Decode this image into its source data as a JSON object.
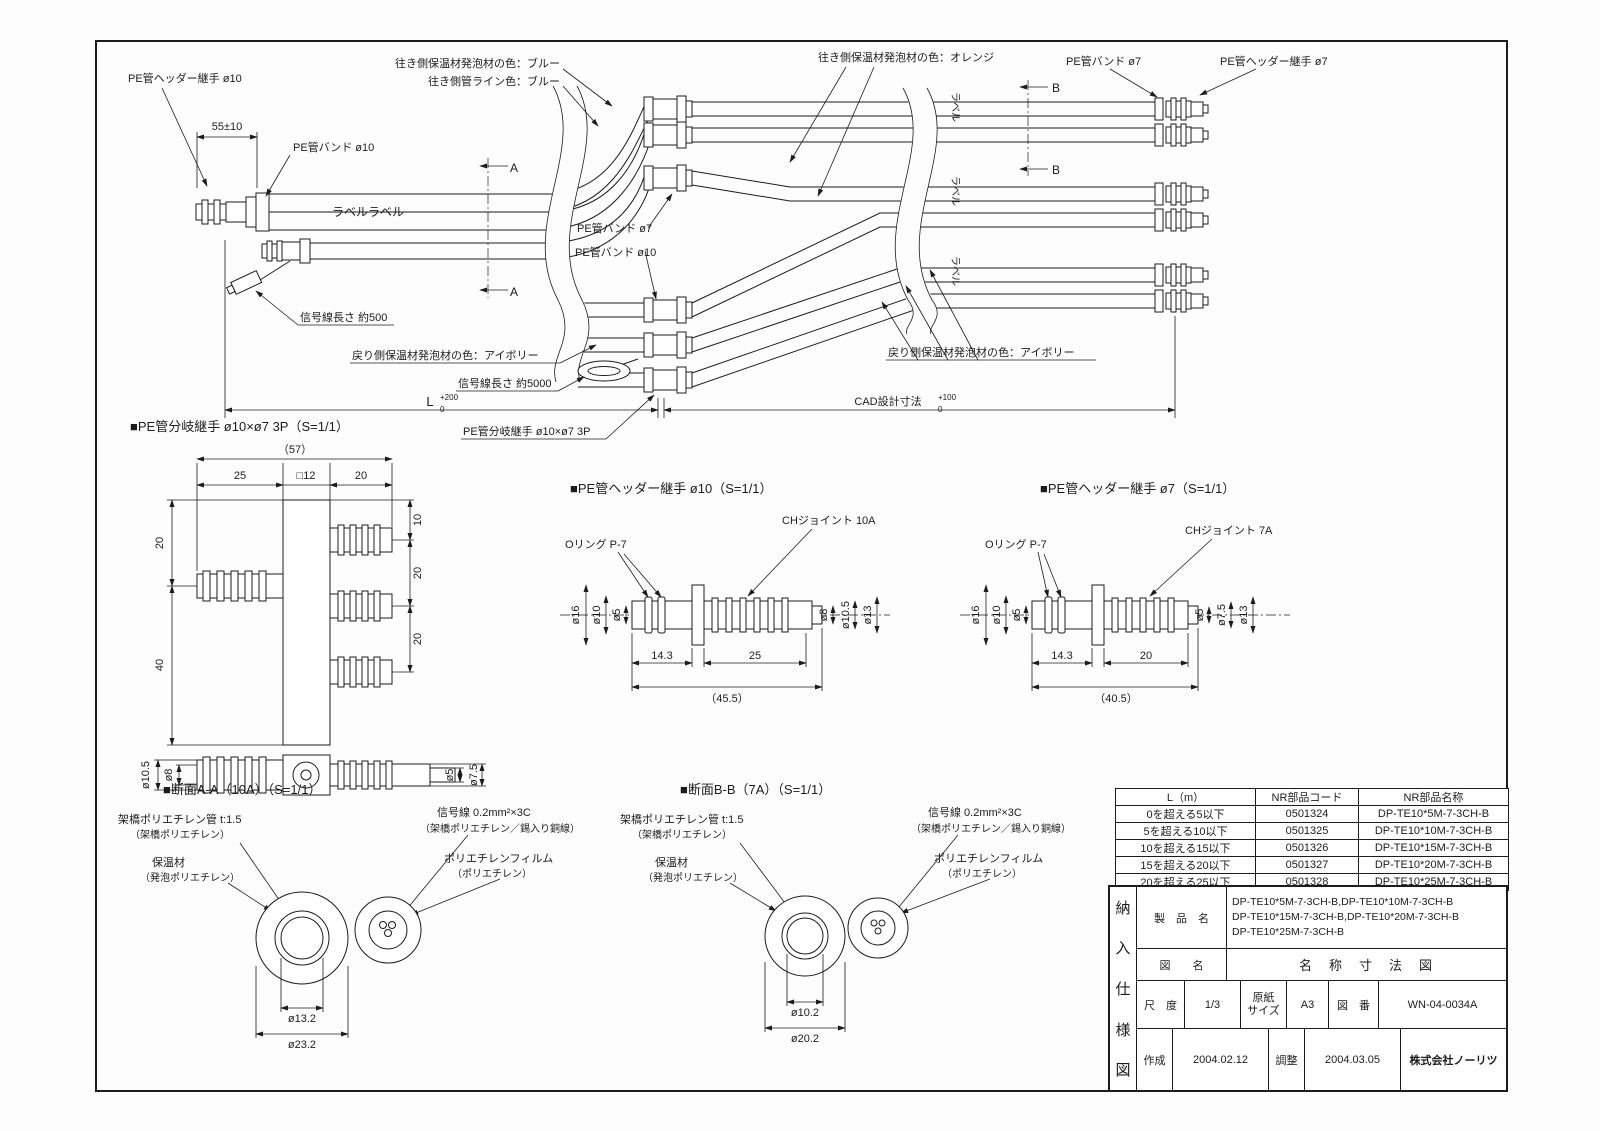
{
  "assembly": {
    "header10": "PE管ヘッダー継手 ø10",
    "dim55": "55±10",
    "band10": "PE管バンド ø10",
    "foam_blue": "往き側保温材発泡材の色：ブルー",
    "line_blue": "往き側管ライン色：ブルー",
    "foam_orange": "往き側保温材発泡材の色：オレンジ",
    "band7_right": "PE管バンド ø7",
    "header7": "PE管ヘッダー継手 ø7",
    "band7_mid": "PE管バンド ø7",
    "band10_mid": "PE管バンド ø10",
    "signal500": "信号線長さ 約500",
    "ivory_left": "戻り側保温材発泡材の色：アイボリー",
    "signal5000": "信号線長さ 約5000",
    "ivory_right": "戻り側保温材発泡材の色：アイボリー",
    "branch_callout": "PE管分岐継手 ø10×ø7 3P",
    "dimL": "L",
    "dimL_up": "+200",
    "dimL_dn": "0",
    "cad": "CAD設計寸法",
    "cad_up": "+100",
    "cad_dn": "0",
    "secA": "A",
    "secB": "B",
    "label_v": "ラベル",
    "label_h": "ラベルラベル"
  },
  "branch": {
    "title": "■PE管分岐継手 ø10×ø7 3P（S=1/1）",
    "d57": "（57）",
    "d25": "25",
    "d12": "□12",
    "d20top": "20",
    "d20left": "20",
    "d40left": "40",
    "d10r": "10",
    "d20r1": "20",
    "d20r2": "20",
    "d105": "ø10.5",
    "d8": "ø8",
    "d5": "ø5",
    "d75": "ø7.5"
  },
  "h10": {
    "title": "■PE管ヘッダー継手 ø10（S=1/1）",
    "oring": "Oリング P-7",
    "joint": "CHジョイント 10A",
    "d16": "ø16",
    "d10": "ø10",
    "d5": "ø5",
    "d8": "ø8",
    "d105": "ø10.5",
    "d13": "ø13",
    "d143": "14.3",
    "d25": "25",
    "dtot": "（45.5）"
  },
  "h7": {
    "title": "■PE管ヘッダー継手 ø7（S=1/1）",
    "oring": "Oリング P-7",
    "joint": "CHジョイント 7A",
    "d16": "ø16",
    "d10": "ø10",
    "d5l": "ø5",
    "d5r": "ø5",
    "d75": "ø7.5",
    "d13": "ø13",
    "d143": "14.3",
    "d20": "20",
    "dtot": "（40.5）"
  },
  "secA": {
    "title": "■断面A-A（10A）（S=1/1）",
    "pipe": "架橋ポリエチレン管 t:1.5",
    "pipe_sub": "（架橋ポリエチレン）",
    "sig": "信号線 0.2mm²×3C",
    "sig_sub": "（架橋ポリエチレン／錫入り銅線）",
    "ins": "保温材",
    "ins_sub": "（発泡ポリエチレン）",
    "film": "ポリエチレンフィルム",
    "film_sub": "（ポリエチレン）",
    "d_in": "ø13.2",
    "d_out": "ø23.2"
  },
  "secB": {
    "title": "■断面B-B（7A）（S=1/1）",
    "pipe": "架橋ポリエチレン管 t:1.5",
    "pipe_sub": "（架橋ポリエチレン）",
    "sig": "信号線 0.2mm²×3C",
    "sig_sub": "（架橋ポリエチレン／錫入り銅線）",
    "ins": "保温材",
    "ins_sub": "（発泡ポリエチレン）",
    "film": "ポリエチレンフィルム",
    "film_sub": "（ポリエチレン）",
    "d_in": "ø10.2",
    "d_out": "ø20.2"
  },
  "parts_table": {
    "headers": [
      "L（m）",
      "NR部品コード",
      "NR部品名称"
    ],
    "rows": [
      {
        "range": "0を超える5以下",
        "code": "0501324",
        "name": "DP-TE10*5M-7-3CH-B"
      },
      {
        "range": "5を超える10以下",
        "code": "0501325",
        "name": "DP-TE10*10M-7-3CH-B"
      },
      {
        "range": "10を超える15以下",
        "code": "0501326",
        "name": "DP-TE10*15M-7-3CH-B"
      },
      {
        "range": "15を超える20以下",
        "code": "0501327",
        "name": "DP-TE10*20M-7-3CH-B"
      },
      {
        "range": "20を超える25以下",
        "code": "0501328",
        "name": "DP-TE10*25M-7-3CH-B"
      }
    ]
  },
  "title_block": {
    "doc_type_chars": [
      "納",
      "入",
      "仕",
      "様",
      "図"
    ],
    "product_label": "製　品　名",
    "product_lines": [
      "DP-TE10*5M-7-3CH-B,DP-TE10*10M-7-3CH-B",
      "DP-TE10*15M-7-3CH-B,DP-TE10*20M-7-3CH-B",
      "DP-TE10*25M-7-3CH-B"
    ],
    "name_label": "図　　名",
    "name_value": "名　称　寸　法　図",
    "scale_label": "尺　度",
    "scale_value": "1/3",
    "paper_label_lines": [
      "原紙",
      "サイズ"
    ],
    "paper_value": "A3",
    "number_label": "図　番",
    "number_value": "WN-04-0034A",
    "created_label": "作成",
    "created_value": "2004.02.12",
    "adjusted_label": "調整",
    "adjusted_value": "2004.03.05",
    "company": "株式会社ノーリツ"
  }
}
